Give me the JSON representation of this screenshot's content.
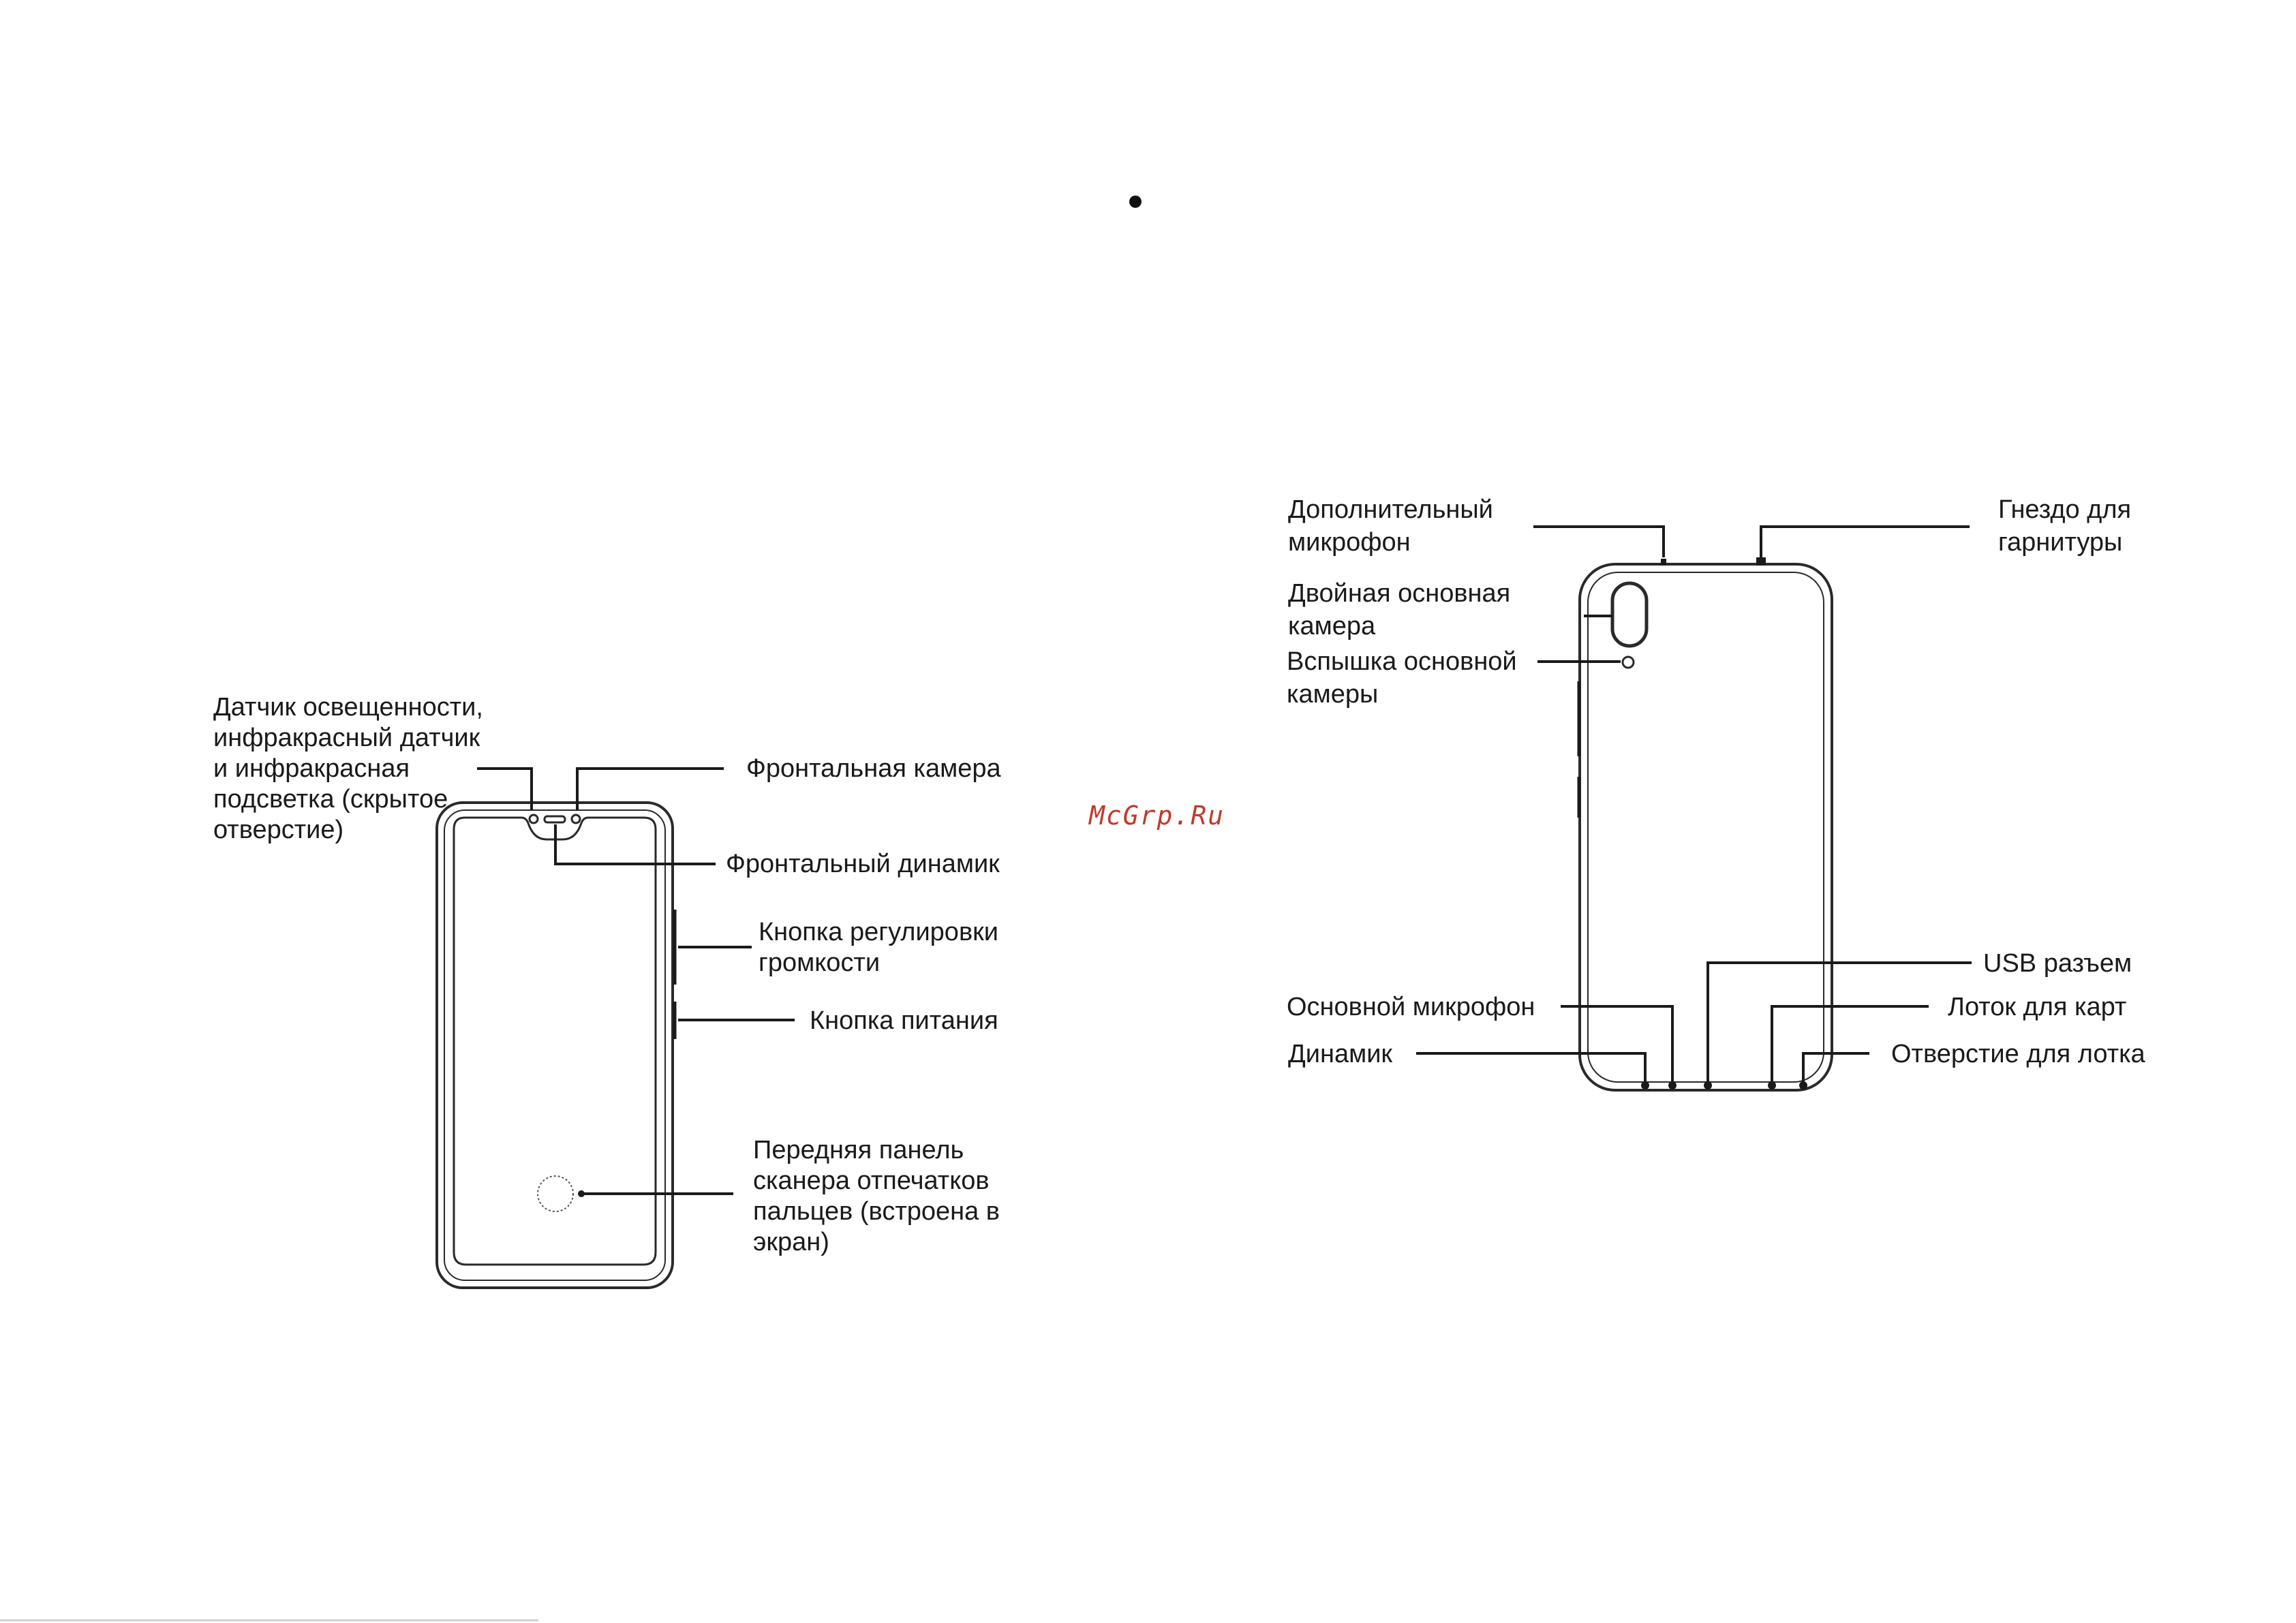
{
  "watermark": {
    "text": "McGrp.Ru",
    "color": "#c0392b"
  },
  "front_view": {
    "labels": {
      "sensor": [
        "Датчик освещенности,",
        "инфракрасный датчик",
        "и инфракрасная",
        "подсветка (скрытое",
        "отверстие)"
      ],
      "front_camera": [
        "Фронтальная камера"
      ],
      "front_speaker": [
        "Фронтальный динамик"
      ],
      "volume_button": [
        "Кнопка регулировки",
        "громкости"
      ],
      "power_button": [
        "Кнопка питания"
      ],
      "fingerprint": [
        "Передняя панель",
        "сканера отпечатков",
        "пальцев (встроена в",
        "экран)"
      ]
    }
  },
  "back_view": {
    "labels": {
      "aux_mic": [
        "Дополнительный",
        "микрофон"
      ],
      "headset_jack": [
        "Гнездо для",
        "гарнитуры"
      ],
      "dual_camera": [
        "Двойная основная",
        "камера"
      ],
      "flash": [
        "Вспышка основной",
        "камеры"
      ],
      "usb": [
        "USB разъем"
      ],
      "main_mic": [
        "Основной микрофон"
      ],
      "card_tray": [
        "Лоток для карт"
      ],
      "speaker": [
        "Динамик"
      ],
      "tray_hole": [
        "Отверстие для лотка"
      ]
    }
  }
}
